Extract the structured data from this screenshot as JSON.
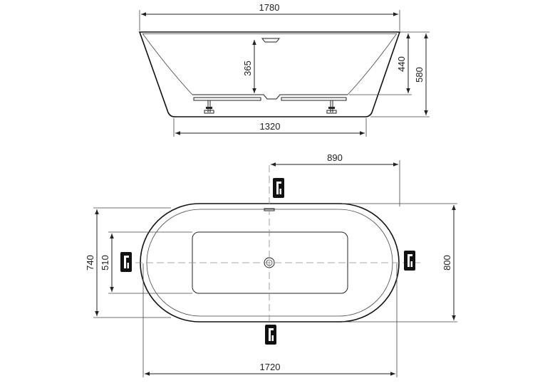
{
  "side_view": {
    "dims": {
      "overall_length": "1780",
      "base_length": "1320",
      "inner_depth": "365",
      "rim_height": "440",
      "total_height": "580"
    }
  },
  "top_view": {
    "dims": {
      "half_length": "890",
      "outer_width": "740",
      "inner_width": "510",
      "total_width": "800",
      "outer_length": "1720"
    },
    "faucet_positions": [
      "top",
      "left",
      "right",
      "bottom"
    ]
  },
  "colors": {
    "line": "#222222",
    "center_dash": "#888888",
    "faucet_fill": "#111111"
  }
}
